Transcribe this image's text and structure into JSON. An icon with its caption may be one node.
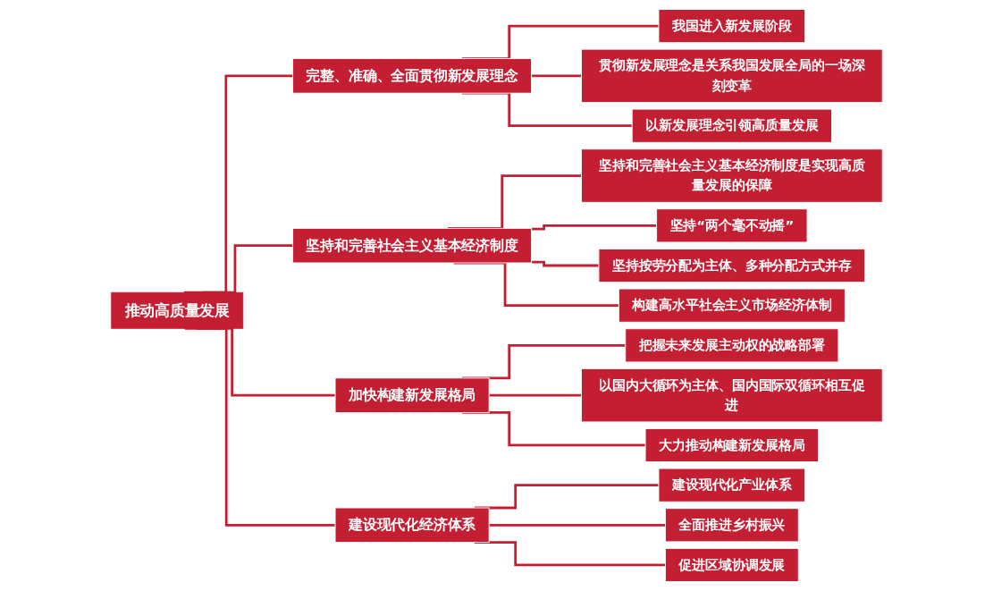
{
  "diagram": {
    "nodes": [
      {
        "text": [
          "推动高质量发展"
        ]
      },
      {
        "text": [
          "完整、准确、全面贯彻新发展理念"
        ]
      },
      {
        "text": [
          "我国进入新发展阶段"
        ]
      },
      {
        "text": [
          "贯彻新发展理念是关系我国发展全局的一场深刻变革"
        ]
      },
      {
        "text": [
          "以新发展理念引领高质量发展"
        ]
      },
      {
        "text": [
          "坚持和完善社会主义基本经济制度"
        ]
      },
      {
        "text": [
          "坚持和完善社会主义基本经济制度是实现高质量发展的保障"
        ]
      },
      {
        "text": [
          "坚持“两个毫不动摇”"
        ]
      },
      {
        "text": [
          "坚持按劳分配为主体、多种分配方式并存"
        ]
      },
      {
        "text": [
          "构建高水平社会主义市场经济体制"
        ]
      },
      {
        "text": [
          "加快构建新发展格局"
        ]
      },
      {
        "text": [
          "把握未来发展主动权的战略部署"
        ]
      },
      {
        "text": [
          "以国内大循环为主体、国内国际双循环相互促进"
        ]
      },
      {
        "text": [
          "大力推动构建新发展格局"
        ]
      },
      {
        "text": [
          "建设现代化经济体系"
        ]
      },
      {
        "text": [
          "建设现代化产业体系"
        ]
      },
      {
        "text": [
          "全面推进乡村振兴"
        ]
      },
      {
        "text": [
          "促进区域协调发展"
        ]
      }
    ],
    "edges": [
      {
        "from": 0,
        "to": 1,
        "arrow": "none"
      },
      {
        "from": 0,
        "to": 5,
        "arrow": "none"
      },
      {
        "from": 0,
        "to": 10,
        "arrow": "none"
      },
      {
        "from": 0,
        "to": 14,
        "arrow": "none"
      },
      {
        "from": 1,
        "to": 2,
        "arrow": "none"
      },
      {
        "from": 1,
        "to": 3,
        "arrow": "none"
      },
      {
        "from": 1,
        "to": 4,
        "arrow": "none"
      },
      {
        "from": 5,
        "to": 6,
        "arrow": "none"
      },
      {
        "from": 5,
        "to": 7,
        "arrow": "none"
      },
      {
        "from": 5,
        "to": 8,
        "arrow": "none"
      },
      {
        "from": 5,
        "to": 9,
        "arrow": "none"
      },
      {
        "from": 10,
        "to": 11,
        "arrow": "none"
      },
      {
        "from": 10,
        "to": 12,
        "arrow": "none"
      },
      {
        "from": 10,
        "to": 13,
        "arrow": "none"
      },
      {
        "from": 14,
        "to": 15,
        "arrow": "none"
      },
      {
        "from": 14,
        "to": 16,
        "arrow": "none"
      },
      {
        "from": 14,
        "to": 17,
        "arrow": "none"
      }
    ]
  }
}
